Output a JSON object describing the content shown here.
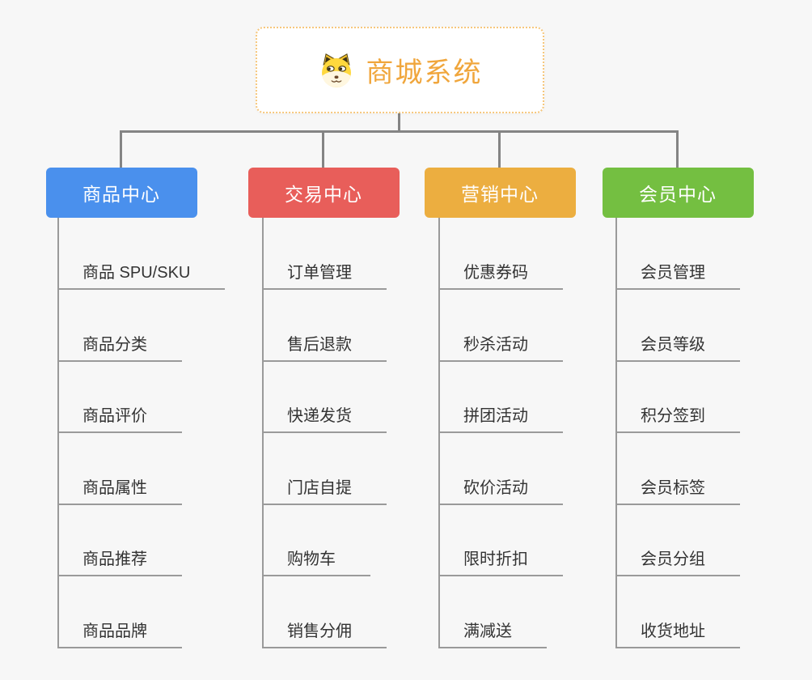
{
  "root": {
    "label": "商城系统",
    "icon": "dog-face-icon",
    "accent_color": "#f0a63c",
    "border_color": "#f6c77c"
  },
  "branches": [
    {
      "label": "商品中心",
      "color": "#4a90ed",
      "children": [
        "商品 SPU/SKU",
        "商品分类",
        "商品评价",
        "商品属性",
        "商品推荐",
        "商品品牌"
      ]
    },
    {
      "label": "交易中心",
      "color": "#e85e5a",
      "children": [
        "订单管理",
        "售后退款",
        "快递发货",
        "门店自提",
        "购物车",
        "销售分佣"
      ]
    },
    {
      "label": "营销中心",
      "color": "#ecae40",
      "children": [
        "优惠券码",
        "秒杀活动",
        "拼团活动",
        "砍价活动",
        "限时折扣",
        "满减送"
      ]
    },
    {
      "label": "会员中心",
      "color": "#74bf41",
      "children": [
        "会员管理",
        "会员等级",
        "积分签到",
        "会员标签",
        "会员分组",
        "收货地址"
      ]
    }
  ],
  "connector_colors": {
    "trunk": "#848484",
    "child": "#9a9a9a"
  }
}
